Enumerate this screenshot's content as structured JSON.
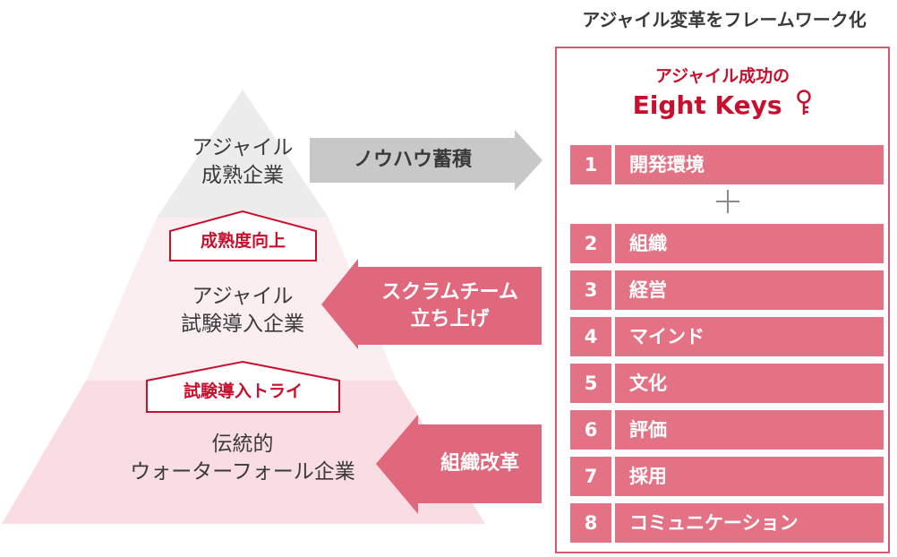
{
  "pyramid": {
    "top_tier": [
      "アジャイル",
      "成熟企業"
    ],
    "middle_tier": [
      "アジャイル",
      "試験導入企業"
    ],
    "bottom_tier": [
      "伝統的",
      "ウォーターフォール企業"
    ],
    "step_upper": "成熟度向上",
    "step_lower": "試験導入トライ"
  },
  "arrows": {
    "top": "ノウハウ蓄積",
    "middle": [
      "スクラムチーム",
      "立ち上げ"
    ],
    "bottom": "組織改革"
  },
  "framework": {
    "title": "アジャイル変革をフレームワーク化",
    "subtitle": "アジャイル成功の",
    "main_title": "Eight Keys",
    "keys": [
      {
        "num": "1",
        "label": "開発環境"
      },
      {
        "num": "2",
        "label": "組織"
      },
      {
        "num": "3",
        "label": "経営"
      },
      {
        "num": "4",
        "label": "マインド"
      },
      {
        "num": "5",
        "label": "文化"
      },
      {
        "num": "6",
        "label": "評価"
      },
      {
        "num": "7",
        "label": "採用"
      },
      {
        "num": "8",
        "label": "コミュニケーション"
      }
    ]
  },
  "colors": {
    "accent": "#c8102e",
    "key_fill": "#e37285",
    "arrow_pink": "#e0687c",
    "arrow_gray": "#c8c8c8",
    "tier_top": "#ececec",
    "tier_middle": "#fbeef0",
    "tier_bottom": "#f9dde2"
  }
}
